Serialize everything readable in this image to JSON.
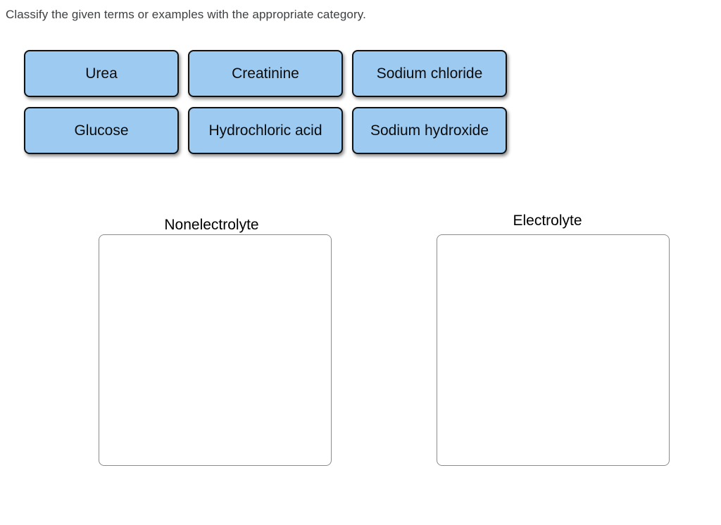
{
  "prompt": "Classify the given terms or examples with the appropriate category.",
  "terms": [
    {
      "label": "Urea"
    },
    {
      "label": "Creatinine"
    },
    {
      "label": "Sodium chloride"
    },
    {
      "label": "Glucose"
    },
    {
      "label": "Hydrochloric acid"
    },
    {
      "label": "Sodium hydroxide"
    }
  ],
  "categories": [
    {
      "label": "Nonelectrolyte",
      "items": []
    },
    {
      "label": "Electrolyte",
      "items": []
    }
  ],
  "colors": {
    "term_chip_fill": "#9dcaf1",
    "term_chip_border": "#111111",
    "dropzone_border": "#8c8c8c",
    "prompt_text": "#3d4043",
    "label_text": "#000000"
  }
}
